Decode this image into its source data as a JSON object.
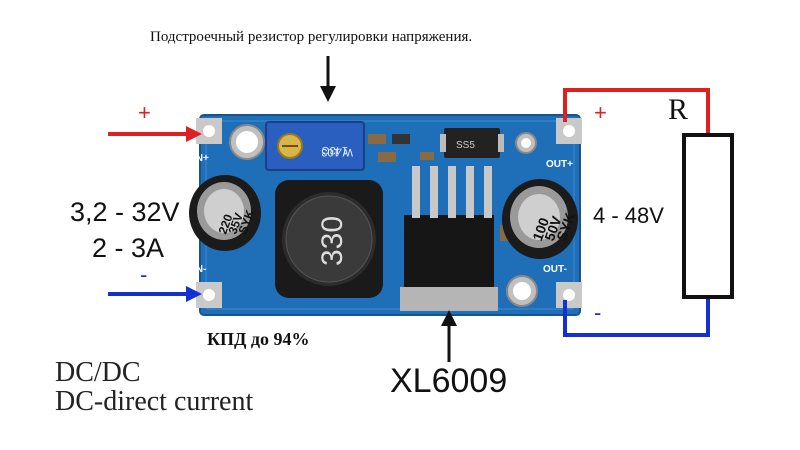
{
  "annotation": {
    "trimmer_note": "Подстроечный резистор регулировки напряжения."
  },
  "input": {
    "voltage": "3,2 - 32V",
    "current": "2 - 3A",
    "plus_sign": "+",
    "minus_sign": "-"
  },
  "output": {
    "voltage": "4 - 48V",
    "load_label": "R",
    "plus_sign": "+",
    "minus_sign": "-"
  },
  "board": {
    "in_plus_pad": "IN+",
    "in_minus_pad": "IN-",
    "out_plus_pad": "OUT+",
    "out_minus_pad": "OUT-",
    "inductor_marking": "330",
    "input_cap_marking": [
      "220",
      "35V",
      "SYK"
    ],
    "output_cap_marking": [
      "100",
      "50V",
      "SYK"
    ],
    "trimmer_marking": [
      "W 103",
      "143C"
    ],
    "diode_marking": "SS5"
  },
  "efficiency": "КПД до 94%",
  "chip_name": "XL6009",
  "dcdc_label": "DC/DC",
  "dc_description": "DC-direct current",
  "colors": {
    "positive_wire": "#e02020",
    "negative_wire": "#1530d0",
    "pcb": "#1f6fb8"
  }
}
